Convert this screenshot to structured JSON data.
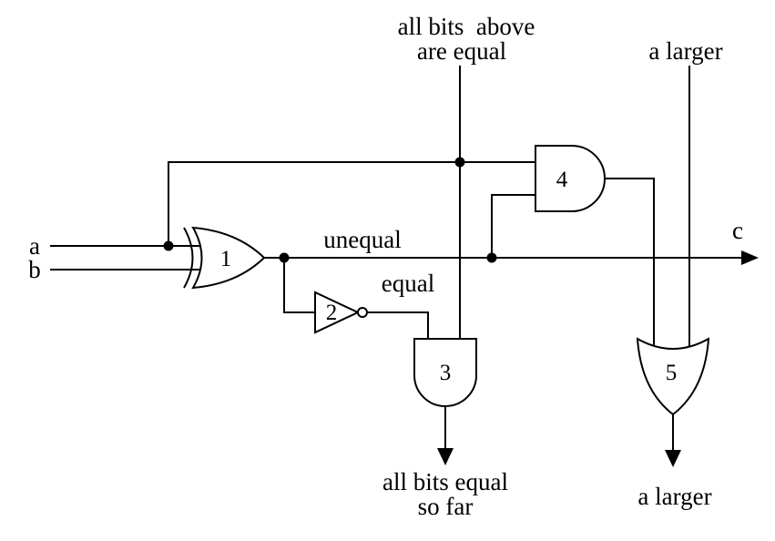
{
  "labels": {
    "top_equal_line1": "all bits  above",
    "top_equal_line2": "are equal",
    "top_a_larger": "a larger",
    "input_a": "a",
    "input_b": "b",
    "output_c": "c",
    "unequal": "unequal",
    "equal": "equal",
    "bottom_equal_line1": "all bits equal",
    "bottom_equal_line2": "so far",
    "bottom_a_larger": "a larger"
  },
  "gates": {
    "xor_number": "1",
    "inverter_number": "2",
    "and_equal_number": "3",
    "and_larger_number": "4",
    "or_larger_number": "5"
  },
  "colors": {
    "line": "#000000",
    "background": "#ffffff"
  }
}
